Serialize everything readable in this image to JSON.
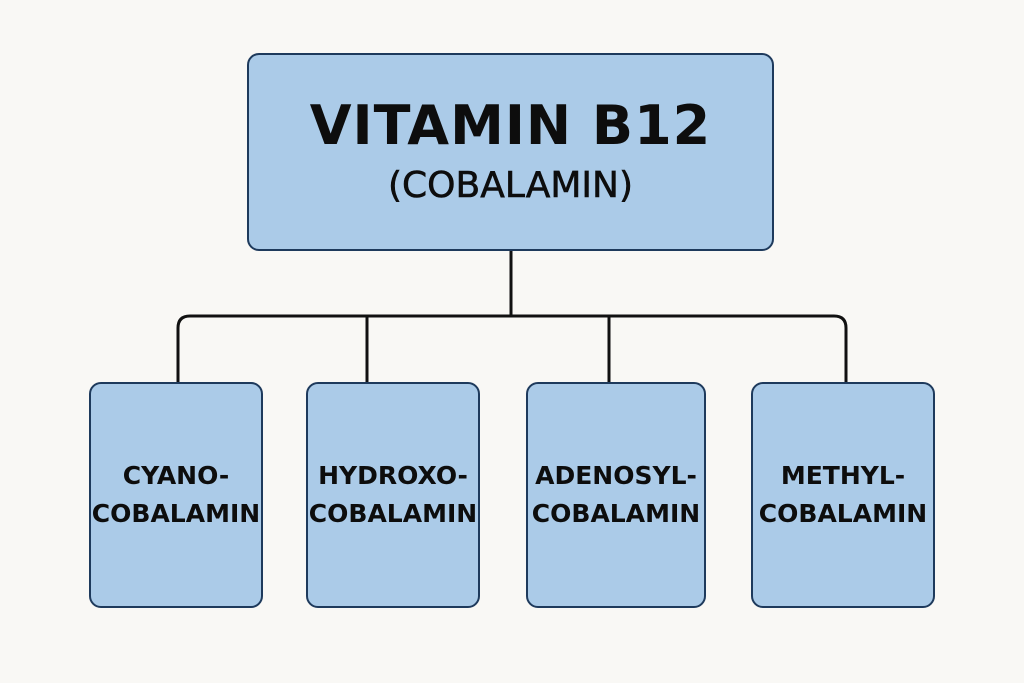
{
  "root": {
    "title": "VITAMIN B12",
    "subtitle": "(COBALAMIN)"
  },
  "children": [
    {
      "line1": "CYANO-",
      "line2": "COBALAMIN"
    },
    {
      "line1": "HYDROXO-",
      "line2": "COBALAMIN"
    },
    {
      "line1": "ADENOSYL-",
      "line2": "COBALAMIN"
    },
    {
      "line1": "METHYL-",
      "line2": "COBALAMIN"
    }
  ],
  "colors": {
    "box_fill": "#abcbe8",
    "box_border": "#1e3a5c",
    "connector": "#111111",
    "background": "#f9f8f5"
  }
}
